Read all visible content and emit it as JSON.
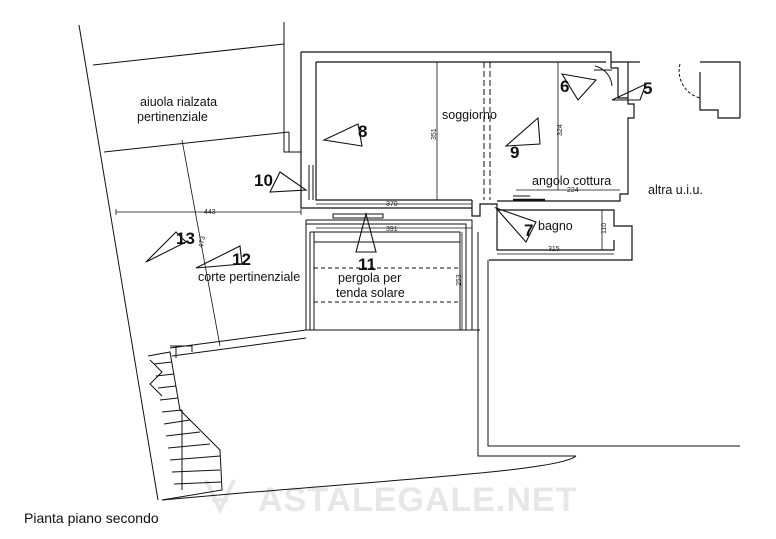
{
  "rooms": {
    "aiuola": "aiuola  rialzata",
    "pertinenziale": "pertinenziale",
    "soggiorno": "soggiorno",
    "angolo_cottura": "angolo cottura",
    "altra_uiu": "altra  u.i.u.",
    "bagno": "bagno",
    "corte": "corte pertinenziale",
    "pergola1": "pergola per",
    "pergola2": "tenda solare"
  },
  "views": [
    "5",
    "6",
    "7",
    "8",
    "9",
    "10",
    "11",
    "12",
    "13"
  ],
  "dimensions": {
    "d370": "370",
    "d443": "443",
    "d391": "391",
    "d351": "351",
    "d324": "324",
    "d224": "224",
    "d315": "315",
    "d110": "110",
    "d473": "473",
    "d253": "253"
  },
  "watermark": "ASTALEGALE.NET",
  "caption": "Pianta piano secondo",
  "colors": {
    "line": "#111111",
    "watermark": "#e7e7e7"
  }
}
